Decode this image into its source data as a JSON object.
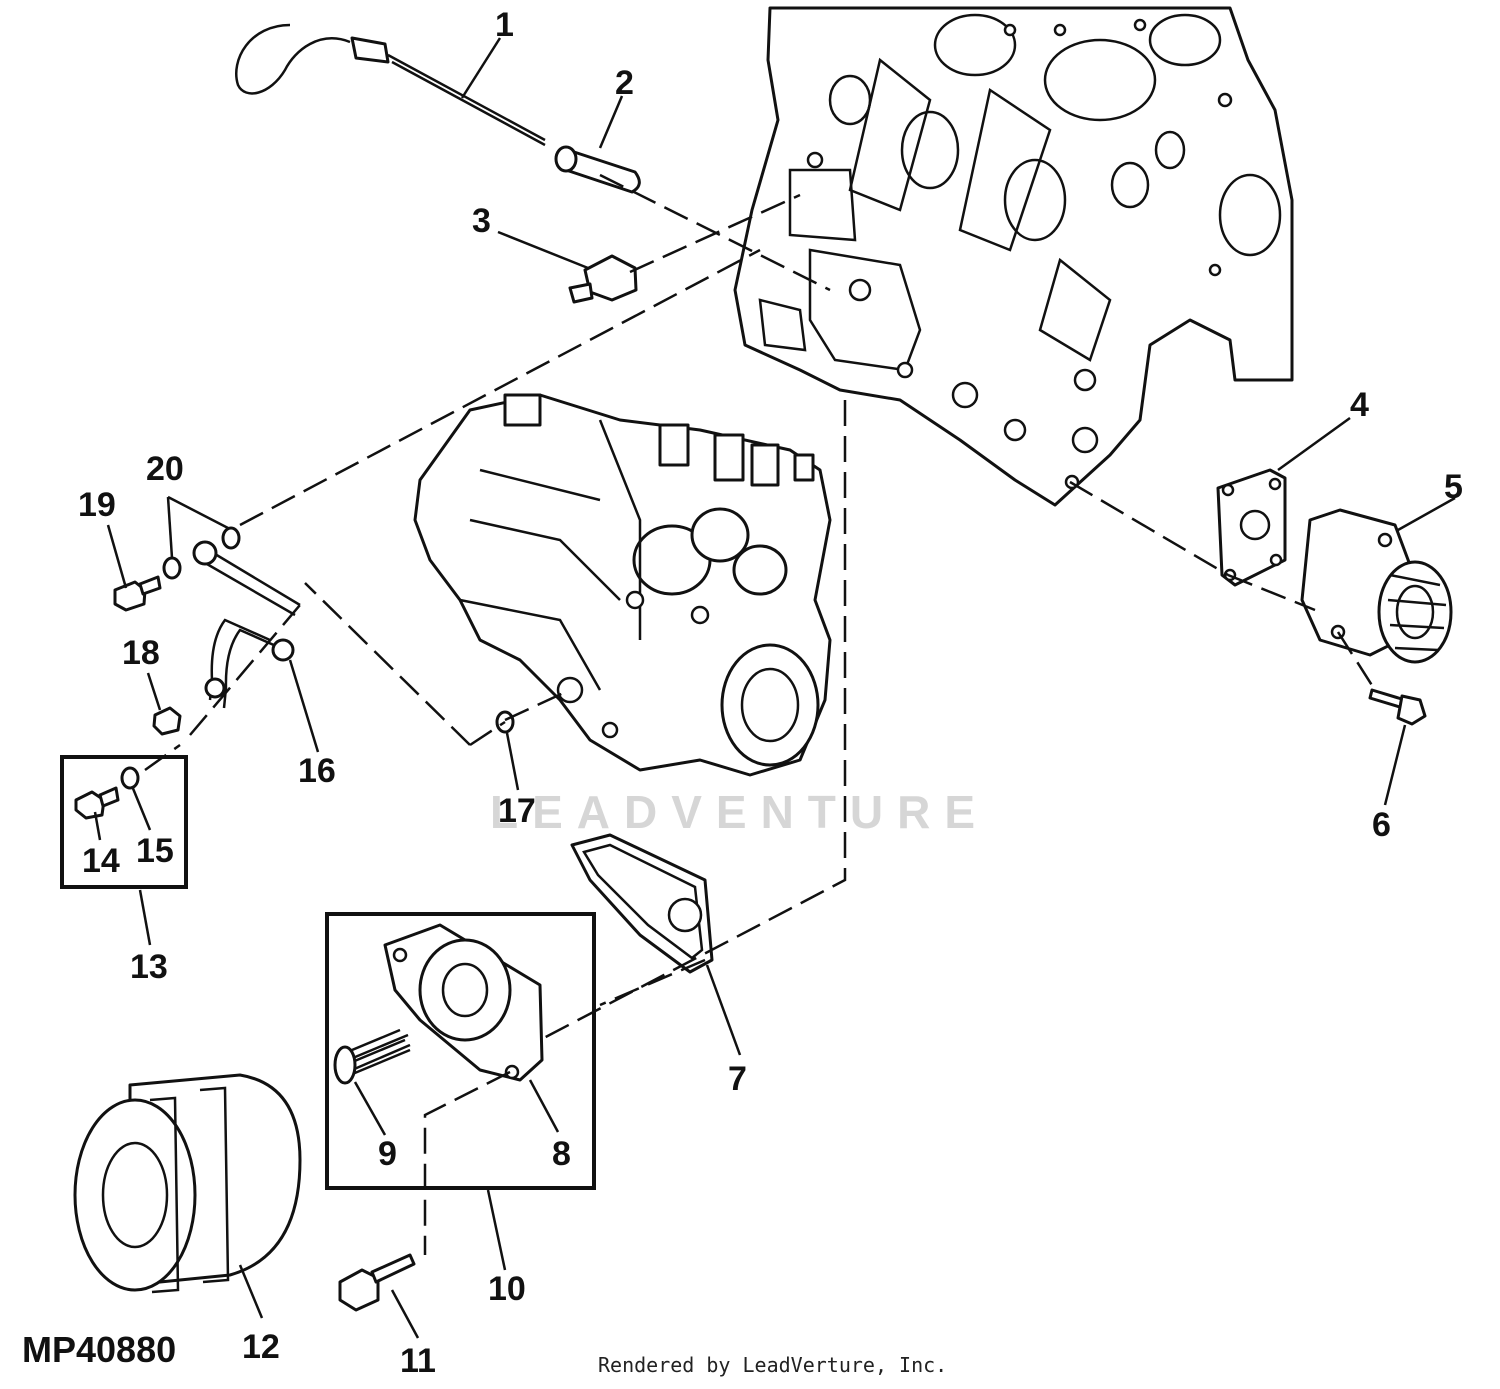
{
  "figure_id": "MP40880",
  "credit": "Rendered by LeadVerture, Inc.",
  "watermark": "LEADVENTURE",
  "callouts": [
    "1",
    "2",
    "3",
    "4",
    "5",
    "6",
    "7",
    "8",
    "9",
    "10",
    "11",
    "12",
    "13",
    "14",
    "15",
    "16",
    "17",
    "18",
    "19",
    "20"
  ],
  "colors": {
    "ink": "#111111",
    "paper": "#ffffff",
    "watermark": "#d6d6d6"
  }
}
